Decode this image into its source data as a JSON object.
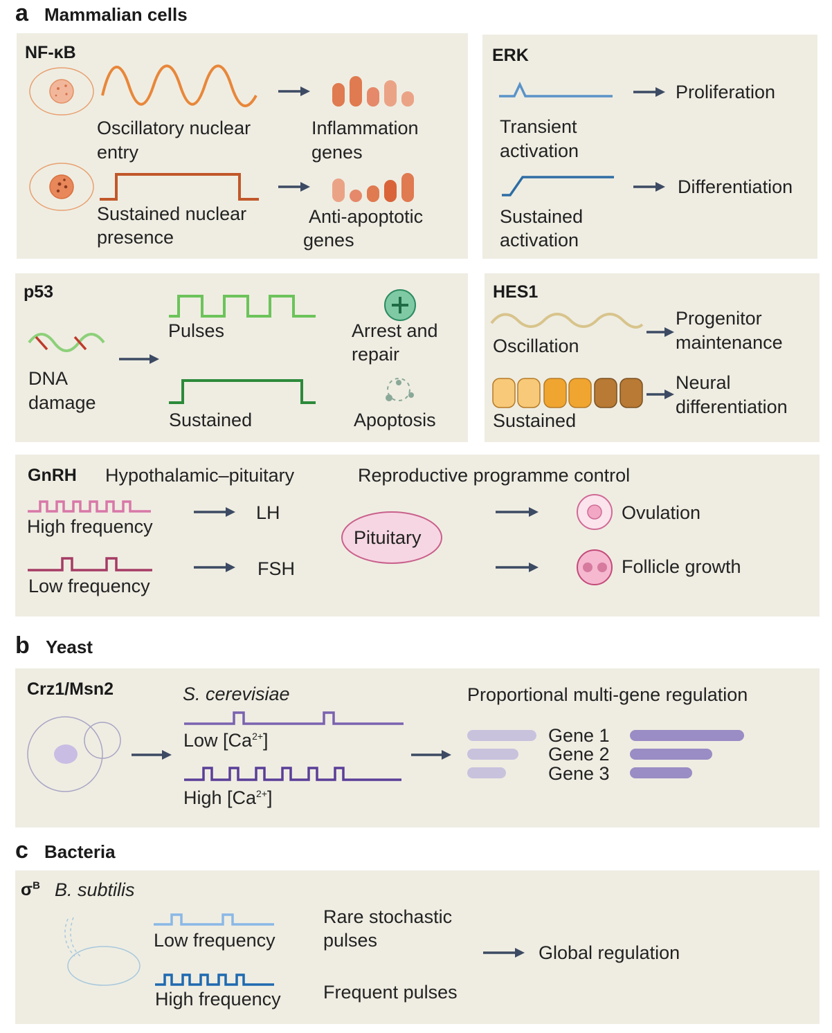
{
  "sections": {
    "a": {
      "letter": "a",
      "title": "Mammalian cells"
    },
    "b": {
      "letter": "b",
      "title": "Yeast"
    },
    "c": {
      "letter": "c",
      "title": "Bacteria"
    }
  },
  "nfkb": {
    "title": "NF-κB",
    "osc_label_1": "Oscillatory nuclear",
    "osc_label_2": "entry",
    "inflam_1": "Inflammation",
    "inflam_2": "genes",
    "sus_label_1": "Sustained nuclear",
    "sus_label_2": "presence",
    "anti_1": "Anti-apoptotic",
    "anti_2": "genes"
  },
  "erk": {
    "title": "ERK",
    "prolif": "Proliferation",
    "trans_1": "Transient",
    "trans_2": "activation",
    "diff": "Differentiation",
    "sus_1": "Sustained",
    "sus_2": "activation"
  },
  "p53": {
    "title": "p53",
    "dna_1": "DNA",
    "dna_2": "damage",
    "pulses": "Pulses",
    "sustained": "Sustained",
    "arrest_1": "Arrest and",
    "arrest_2": "repair",
    "apoptosis": "Apoptosis"
  },
  "hes1": {
    "title": "HES1",
    "oscillation": "Oscillation",
    "sustained": "Sustained",
    "prog_1": "Progenitor",
    "prog_2": "maintenance",
    "neural_1": "Neural",
    "neural_2": "differentiation"
  },
  "gnrh": {
    "title": "GnRH",
    "subtitle": "Hypothalamic–pituitary",
    "control": "Reproductive programme control",
    "high": "High frequency",
    "low": "Low frequency",
    "lh": "LH",
    "fsh": "FSH",
    "pituitary": "Pituitary",
    "ovulation": "Ovulation",
    "follicle": "Follicle growth"
  },
  "yeast": {
    "title": "Crz1/Msn2",
    "species": "S. cerevisiae",
    "low_ca": "Low [Ca",
    "high_ca": "High [Ca",
    "ion_charge": "2+",
    "bracket": "]",
    "prop": "Proportional multi-gene regulation",
    "genes": [
      "Gene 1",
      "Gene 2",
      "Gene 3"
    ]
  },
  "bacteria": {
    "sigma": "σ",
    "sigma_sup": "B",
    "species": "B. subtilis",
    "low": "Low frequency",
    "high": "High frequency",
    "rare_1": "Rare stochastic",
    "rare_2": "pulses",
    "frequent": "Frequent pulses",
    "global": "Global regulation"
  },
  "colors": {
    "panel": "#efede2",
    "arrow": "#3c4a63",
    "nfkb_wave": "#e8873a",
    "nfkb_sustained": "#c1582a",
    "erk": "#5a93c8",
    "erk_dark": "#2e6da4",
    "p53_light": "#6cc35a",
    "p53_dark": "#2c8a3a",
    "hes1_wave": "#d8c48c",
    "gnrh_light": "#d878a8",
    "gnrh_dark": "#a53c64",
    "yeast": "#7a62b0",
    "bact_light": "#8ab8e6",
    "bact_dark": "#1f6ab0"
  }
}
